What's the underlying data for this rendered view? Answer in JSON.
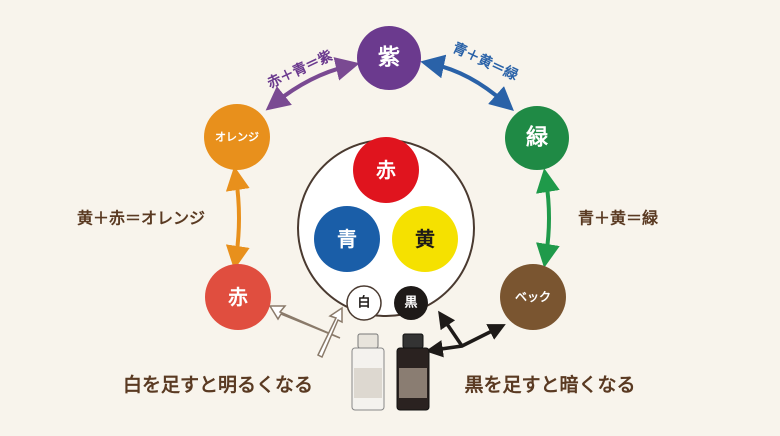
{
  "colors": {
    "purple": "#6b3a8e",
    "green": "#1f8a45",
    "orange": "#e8901c",
    "red_outer": "#e04e3f",
    "brown": "#7a5530",
    "red": "#e0141e",
    "blue": "#1a5ea8",
    "yellow": "#f5e100",
    "black": "#2a2220",
    "text": "#5a3a22"
  },
  "nodes": {
    "purple": "紫",
    "green": "緑",
    "orange": "オレンジ",
    "red": "赤",
    "brown": "ベック"
  },
  "primaries": {
    "red": "赤",
    "blue": "青",
    "yellow": "黄",
    "white": "白",
    "black": "黒"
  },
  "mix_labels": {
    "red_blue_purple": "赤＋青＝紫",
    "blue_yellow_green_top": "青＋黄＝緑",
    "yellow_red_orange": "黄＋赤＝オレンジ",
    "blue_yellow_green_right": "青＋黄＝緑"
  },
  "captions": {
    "white": "白を足すと明るくなる",
    "black": "黒を足すと暗くなる"
  }
}
